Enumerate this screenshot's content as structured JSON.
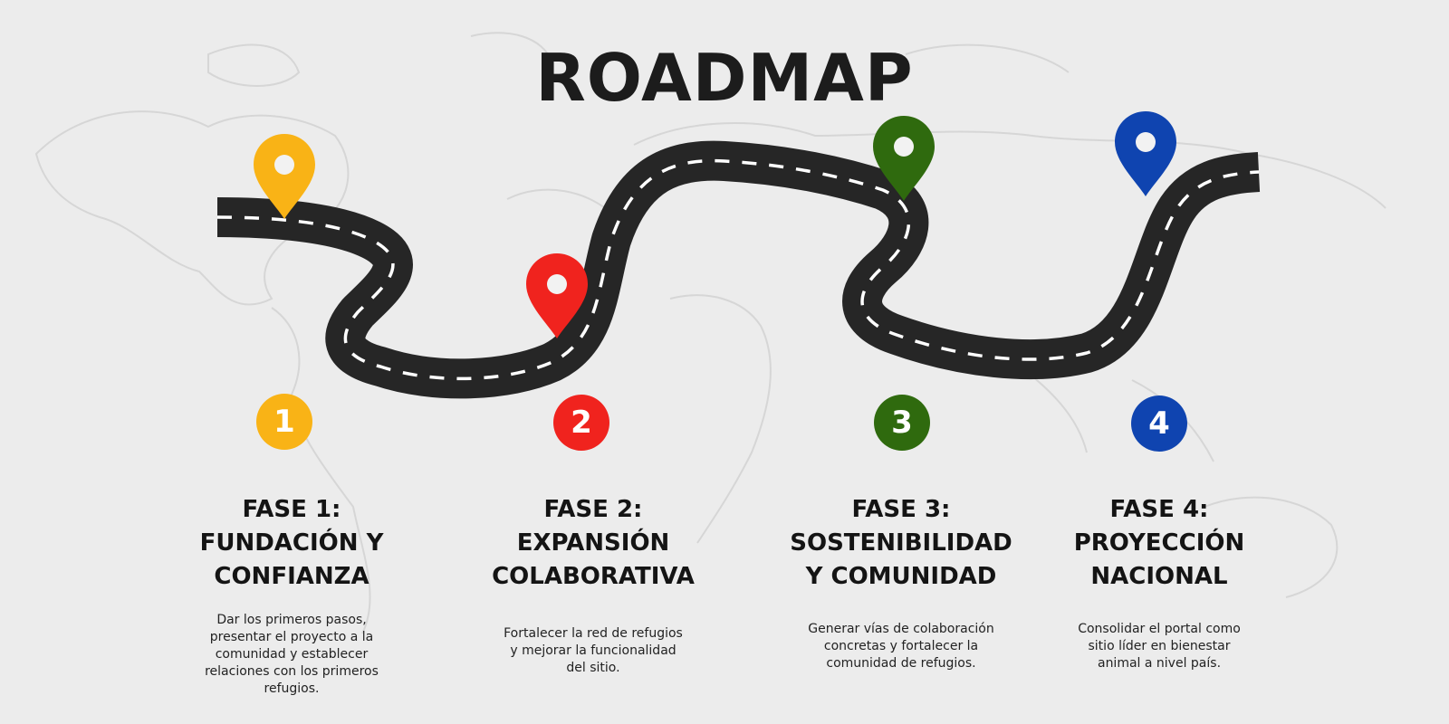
{
  "title": "ROADMAP",
  "colors": {
    "background": "#ececec",
    "road": "#262626",
    "road_dash": "#ffffff",
    "phase1": "#f9b316",
    "phase2": "#f0231e",
    "phase3": "#2f6a0e",
    "phase4": "#0f44b0"
  },
  "phases": [
    {
      "number": "1",
      "title_lines": [
        "FASE 1:",
        "FUNDACIÓN Y",
        "CONFIANZA"
      ],
      "description_lines": [
        "Dar los primeros pasos,",
        "presentar el proyecto a la",
        "comunidad y establecer",
        "relaciones con los primeros",
        "refugios."
      ],
      "icon": "map-pin-icon"
    },
    {
      "number": "2",
      "title_lines": [
        "FASE 2:",
        "EXPANSIÓN",
        "COLABORATIVA"
      ],
      "description_lines": [
        "Fortalecer la red de refugios",
        "y mejorar la funcionalidad",
        "del sitio."
      ],
      "icon": "map-pin-icon"
    },
    {
      "number": "3",
      "title_lines": [
        "FASE 3:",
        "SOSTENIBILIDAD",
        "Y COMUNIDAD"
      ],
      "description_lines": [
        "Generar vías de colaboración",
        "concretas y fortalecer la",
        "comunidad de refugios."
      ],
      "icon": "map-pin-icon"
    },
    {
      "number": "4",
      "title_lines": [
        "FASE 4:",
        "PROYECCIÓN",
        "NACIONAL"
      ],
      "description_lines": [
        "Consolidar el portal como",
        "sitio líder en bienestar",
        "animal a nivel país."
      ],
      "icon": "map-pin-icon"
    }
  ]
}
